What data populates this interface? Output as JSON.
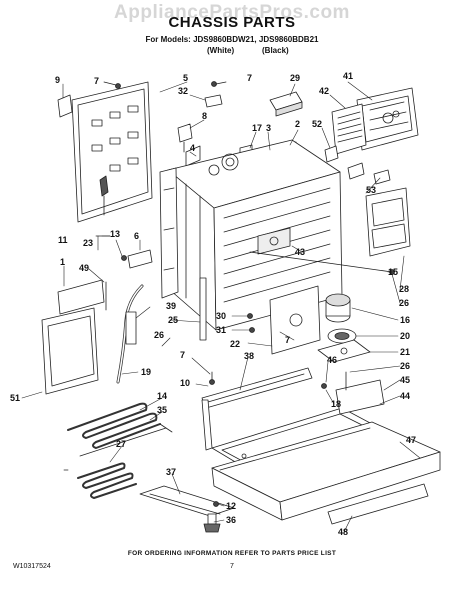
{
  "watermark": "AppliancePartsPros.com",
  "header": {
    "title": "CHASSIS PARTS",
    "models": "For Models: JDS9860BDW21, JDS9860BDB21",
    "variant_white": "(White)",
    "variant_black": "(Black)"
  },
  "callouts": [
    "9",
    "7",
    "5",
    "7",
    "29",
    "41",
    "32",
    "8",
    "4",
    "17",
    "3",
    "2",
    "42",
    "52",
    "1",
    "53",
    "11",
    "23",
    "13",
    "6",
    "43",
    "49",
    "15",
    "28",
    "26",
    "39",
    "25",
    "30",
    "16",
    "26",
    "31",
    "20",
    "22",
    "7",
    "21",
    "46",
    "26",
    "38",
    "7",
    "10",
    "45",
    "51",
    "19",
    "18",
    "14",
    "44",
    "35",
    "47",
    "27",
    "37",
    "12",
    "36",
    "48"
  ],
  "footer": {
    "note": "FOR ORDERING INFORMATION REFER TO PARTS PRICE LIST",
    "doc_number": "W10317524",
    "page_number": "7"
  }
}
